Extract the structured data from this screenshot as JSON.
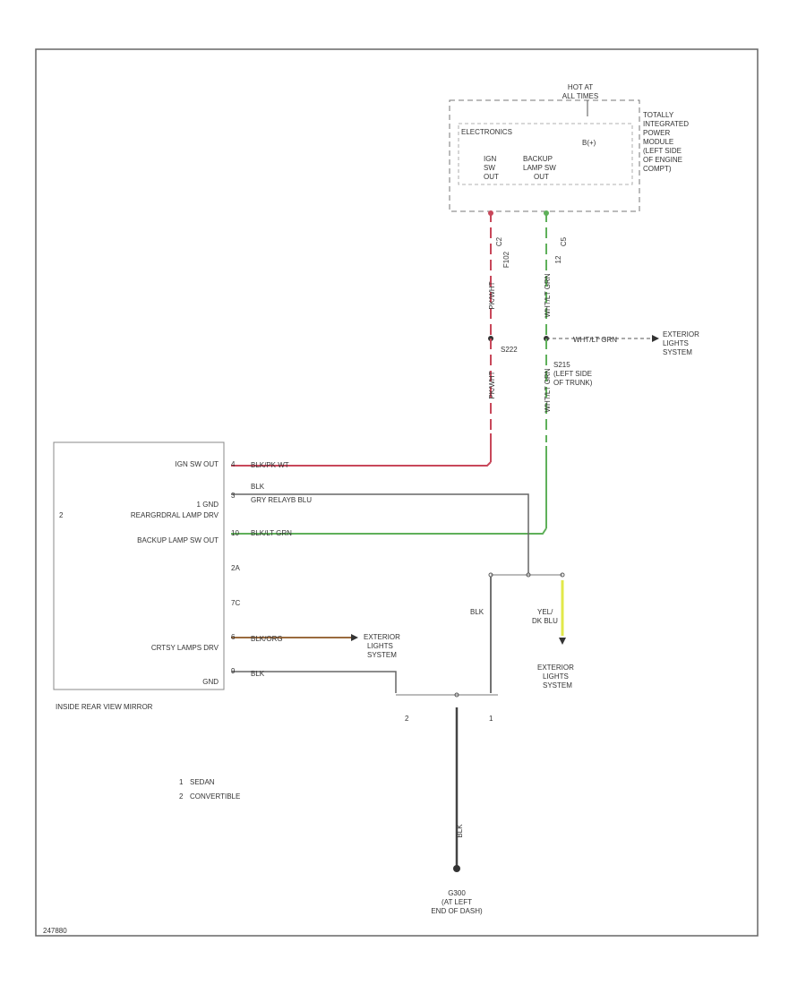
{
  "colors": {
    "red_wire": "#c8475a",
    "green_wire": "#5fb05a",
    "brown_wire": "#9a6a3e",
    "yellow_wire": "#e2e84a",
    "black_wire": "#444444",
    "frame": "#666666"
  },
  "tipm": {
    "hot_at": "HOT AT",
    "all_times": "ALL TIMES",
    "electronics": "ELECTRONICS",
    "b_plus": "B(+)",
    "ign_sw_out": [
      "IGN",
      "SW",
      "OUT"
    ],
    "backup_lamp_sw_out": [
      "BACKUP",
      "LAMP SW",
      "OUT"
    ],
    "label": [
      "TOTALLY",
      "INTEGRATED",
      "POWER",
      "MODULE",
      "(LEFT SIDE",
      "OF ENGINE",
      "COMPT)"
    ],
    "pin_left": "C2",
    "pin_right": "C5",
    "fuse_left": "F102",
    "fuse_right": "12"
  },
  "wires": {
    "red_vertical": "PK/WHT",
    "green_vertical": "WHT/LT GRN",
    "red_vertical_lower": "PK/WHT",
    "green_vertical_lower": "WHT/LT GRN",
    "splice_left": "S222",
    "splice_right_wire": "WHT/LT GRN",
    "splice_right": [
      "S215",
      "(LEFT SIDE",
      "OF TRUNK)"
    ],
    "red_horizontal": "BLK/PK WT",
    "blk_upper": "BLK",
    "gray_horizontal": "GRY RELAYB BLU",
    "green_horizontal": "BLK/LT GRN",
    "brown_horizontal": "BLK/ORG",
    "blk_lower": "BLK",
    "blk_right_vertical": "BLK",
    "yel_label": [
      "YEL/",
      "DK BLU"
    ],
    "blk_bottom": "BLK"
  },
  "mirror": {
    "rows": [
      {
        "label": "IGN SW OUT",
        "pin": "4"
      },
      {
        "label": "1 GND",
        "pin": ""
      },
      {
        "label": "REARGRDRAL LAMP DRV",
        "pin": "3"
      },
      {
        "label": "BACKUP LAMP SW OUT",
        "pin": "10"
      },
      {
        "label": "",
        "pin": "2A"
      },
      {
        "label": "",
        "pin": "7C"
      },
      {
        "label": "CRTSY LAMPS DRV",
        "pin": "6"
      },
      {
        "label": "GND",
        "pin": "9"
      }
    ],
    "left_note": "2",
    "name": "INSIDE REAR VIEW MIRROR"
  },
  "destinations": {
    "right_top": [
      "EXTERIOR",
      "LIGHTS",
      "SYSTEM"
    ],
    "middle": [
      "EXTERIOR",
      "LIGHTS",
      "SYSTEM"
    ],
    "right_bottom": [
      "EXTERIOR",
      "LIGHTS",
      "SYSTEM"
    ]
  },
  "ground": {
    "pin_left": "2",
    "pin_right": "1",
    "label": [
      "G300",
      "(AT LEFT",
      "END OF DASH)"
    ]
  },
  "notes": [
    {
      "num": "1",
      "text": "SEDAN"
    },
    {
      "num": "2",
      "text": "CONVERTIBLE"
    }
  ],
  "footer_code": "247880"
}
